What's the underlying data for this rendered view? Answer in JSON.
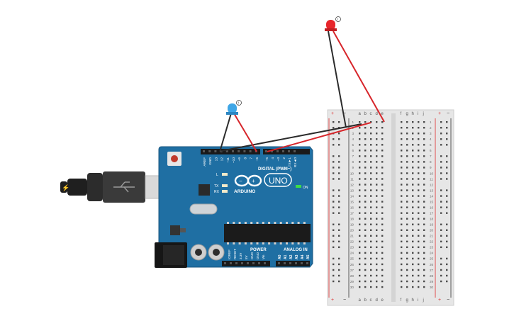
{
  "board": {
    "logo_text": "ARDUINO",
    "model": "UNO",
    "digital_header": "DIGITAL (PWM~)",
    "analog_header": "ANALOG IN",
    "power_header": "POWER",
    "on_label": "ON",
    "led_l": "L",
    "led_tx": "TX",
    "led_rx": "RX",
    "digital_pins": [
      "AREF",
      "GND",
      "13",
      "12",
      "~11",
      "~10",
      "~9",
      "8",
      "7",
      "~6",
      "~5",
      "4",
      "~3",
      "2",
      "TX►1",
      "RX◄0"
    ],
    "power_pins": [
      "IOREF",
      "RESET",
      "3.3V",
      "5V",
      "GND",
      "GND",
      "Vin"
    ],
    "analog_pins": [
      "A0",
      "A1",
      "A2",
      "A3",
      "A4",
      "A5"
    ]
  },
  "breadboard": {
    "columns_left": [
      "a",
      "b",
      "c",
      "d",
      "e"
    ],
    "columns_right": [
      "f",
      "g",
      "h",
      "i",
      "j"
    ],
    "rows": [
      "1",
      "2",
      "3",
      "4",
      "5",
      "6",
      "7",
      "8",
      "9",
      "10",
      "11",
      "12",
      "13",
      "14",
      "15",
      "16",
      "17",
      "18",
      "19",
      "20",
      "21",
      "22",
      "23",
      "24",
      "25",
      "26",
      "27",
      "28",
      "29",
      "30"
    ],
    "rail_plus": "+",
    "rail_minus": "−"
  },
  "components": {
    "led_red": {
      "color": "#e8262b",
      "badge": "!"
    },
    "led_blue": {
      "color": "#3fa6e6",
      "badge": "!"
    }
  },
  "colors": {
    "board_blue": "#1f6fa3",
    "wire_red": "#d7262b",
    "wire_black": "#2b2b2b",
    "breadboard": "#e6e6e6"
  }
}
